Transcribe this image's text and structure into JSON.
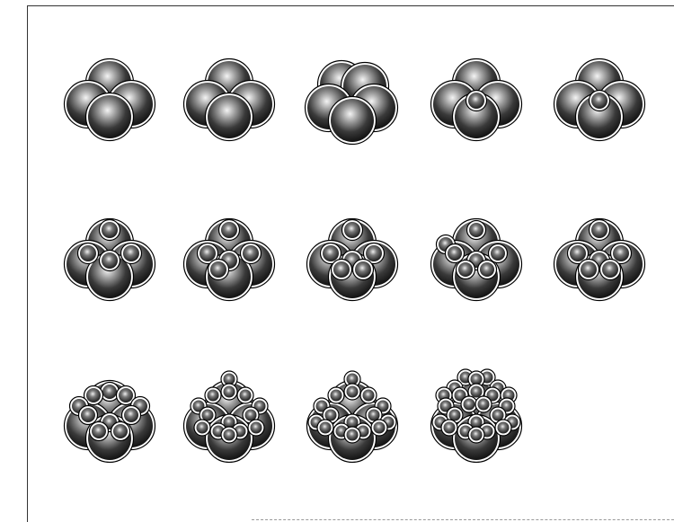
{
  "figure": {
    "kind": "sphere-cluster stage series",
    "has_border": true,
    "sphere_colors": {
      "shade_dark": "#111111",
      "shade_mid": "#555555",
      "highlight": "#f4f4f4",
      "rim": "#ffffff",
      "outline": "#000000"
    },
    "rows": [
      {
        "stages": [
          {
            "big": 4,
            "small": 0
          },
          {
            "big": 4,
            "small": 0
          },
          {
            "big": 5,
            "small": 0
          },
          {
            "big": 4,
            "small": 1
          },
          {
            "big": 4,
            "small": 1
          }
        ]
      },
      {
        "stages": [
          {
            "big": 4,
            "small": 4
          },
          {
            "big": 4,
            "small": 5
          },
          {
            "big": 4,
            "small": 6
          },
          {
            "big": 4,
            "small": 7
          },
          {
            "big": 4,
            "small": 6
          }
        ]
      },
      {
        "stages": [
          {
            "big": 4,
            "small": 10
          },
          {
            "big": 4,
            "small": 14
          },
          {
            "big": 4,
            "small": 16
          },
          {
            "big": 4,
            "small": 24
          }
        ]
      }
    ]
  }
}
